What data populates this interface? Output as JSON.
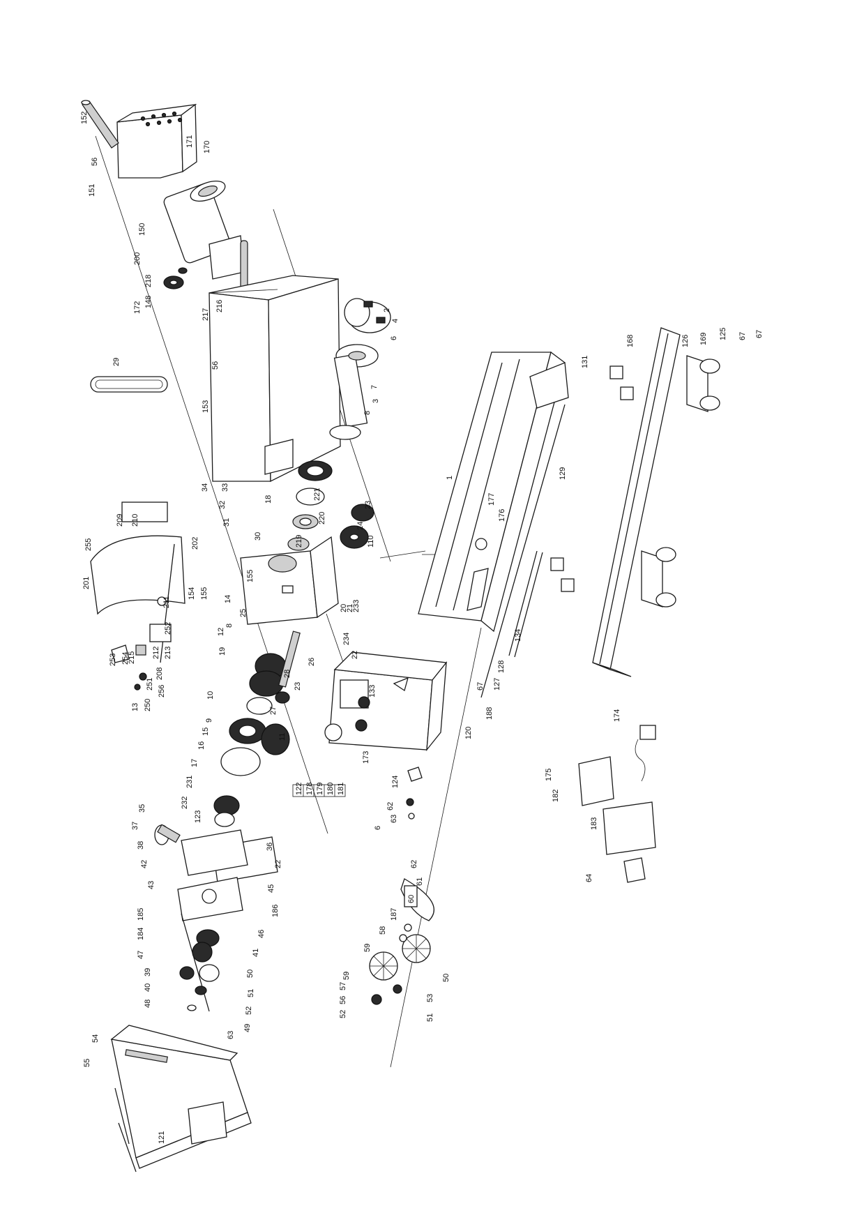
{
  "callouts": [
    {
      "id": "c152",
      "text": "152"
    },
    {
      "id": "c56a",
      "text": "56"
    },
    {
      "id": "c151",
      "text": "151"
    },
    {
      "id": "c171",
      "text": "171"
    },
    {
      "id": "c170",
      "text": "170"
    },
    {
      "id": "c150",
      "text": "150"
    },
    {
      "id": "c200",
      "text": "200"
    },
    {
      "id": "c218",
      "text": "218"
    },
    {
      "id": "c148",
      "text": "148"
    },
    {
      "id": "c172",
      "text": "172"
    },
    {
      "id": "c217",
      "text": "217"
    },
    {
      "id": "c216",
      "text": "216"
    },
    {
      "id": "c56b",
      "text": "56"
    },
    {
      "id": "c29",
      "text": "29"
    },
    {
      "id": "c153",
      "text": "153"
    },
    {
      "id": "c2",
      "text": "2"
    },
    {
      "id": "c4",
      "text": "4"
    },
    {
      "id": "c6a",
      "text": "6"
    },
    {
      "id": "c7",
      "text": "7"
    },
    {
      "id": "c3",
      "text": "3"
    },
    {
      "id": "c8a",
      "text": "8"
    },
    {
      "id": "c1",
      "text": "1"
    },
    {
      "id": "c131",
      "text": "131"
    },
    {
      "id": "c168",
      "text": "168"
    },
    {
      "id": "c126",
      "text": "126"
    },
    {
      "id": "c169",
      "text": "169"
    },
    {
      "id": "c125",
      "text": "125"
    },
    {
      "id": "c67a",
      "text": "67"
    },
    {
      "id": "c67b",
      "text": "67"
    },
    {
      "id": "c129",
      "text": "129"
    },
    {
      "id": "c34",
      "text": "34"
    },
    {
      "id": "c33",
      "text": "33"
    },
    {
      "id": "c32",
      "text": "32"
    },
    {
      "id": "c31",
      "text": "31"
    },
    {
      "id": "c18",
      "text": "18"
    },
    {
      "id": "c30",
      "text": "30"
    },
    {
      "id": "c221",
      "text": "221"
    },
    {
      "id": "c220",
      "text": "220"
    },
    {
      "id": "c219",
      "text": "219"
    },
    {
      "id": "c23a",
      "text": "23"
    },
    {
      "id": "c24",
      "text": "24"
    },
    {
      "id": "c110",
      "text": "110"
    },
    {
      "id": "c177",
      "text": "177"
    },
    {
      "id": "c176",
      "text": "176"
    },
    {
      "id": "c209",
      "text": "209"
    },
    {
      "id": "c210",
      "text": "210"
    },
    {
      "id": "c255",
      "text": "255"
    },
    {
      "id": "c202",
      "text": "202"
    },
    {
      "id": "c201",
      "text": "201"
    },
    {
      "id": "c155a",
      "text": "155"
    },
    {
      "id": "c154",
      "text": "154"
    },
    {
      "id": "c155b",
      "text": "155"
    },
    {
      "id": "c211",
      "text": "211"
    },
    {
      "id": "c252",
      "text": "252"
    },
    {
      "id": "c213",
      "text": "213"
    },
    {
      "id": "c212",
      "text": "212"
    },
    {
      "id": "c208",
      "text": "208"
    },
    {
      "id": "c251",
      "text": "251"
    },
    {
      "id": "c253",
      "text": "253"
    },
    {
      "id": "c254",
      "text": "254"
    },
    {
      "id": "c215",
      "text": "215"
    },
    {
      "id": "c256",
      "text": "256"
    },
    {
      "id": "c250",
      "text": "250"
    },
    {
      "id": "c13",
      "text": "13"
    },
    {
      "id": "c14",
      "text": "14"
    },
    {
      "id": "c25",
      "text": "25"
    },
    {
      "id": "c8b",
      "text": "8"
    },
    {
      "id": "c12",
      "text": "12"
    },
    {
      "id": "c19",
      "text": "19"
    },
    {
      "id": "c20",
      "text": "20"
    },
    {
      "id": "c21",
      "text": "21"
    },
    {
      "id": "c233",
      "text": "233"
    },
    {
      "id": "c234",
      "text": "234"
    },
    {
      "id": "c22a",
      "text": "22"
    },
    {
      "id": "c26",
      "text": "26"
    },
    {
      "id": "c28",
      "text": "28"
    },
    {
      "id": "c23b",
      "text": "23"
    },
    {
      "id": "c27",
      "text": "27"
    },
    {
      "id": "c11",
      "text": "11"
    },
    {
      "id": "c10",
      "text": "10"
    },
    {
      "id": "c9",
      "text": "9"
    },
    {
      "id": "c15",
      "text": "15"
    },
    {
      "id": "c16",
      "text": "16"
    },
    {
      "id": "c17",
      "text": "17"
    },
    {
      "id": "c231",
      "text": "231"
    },
    {
      "id": "c232",
      "text": "232"
    },
    {
      "id": "c123",
      "text": "123"
    },
    {
      "id": "c133",
      "text": "133"
    },
    {
      "id": "c134",
      "text": "134"
    },
    {
      "id": "c128",
      "text": "128"
    },
    {
      "id": "c127",
      "text": "127"
    },
    {
      "id": "c67c",
      "text": "67"
    },
    {
      "id": "c188",
      "text": "188"
    },
    {
      "id": "c120",
      "text": "120"
    },
    {
      "id": "c173",
      "text": "173"
    },
    {
      "id": "c124",
      "text": "124"
    },
    {
      "id": "c174",
      "text": "174"
    },
    {
      "id": "c175",
      "text": "175"
    },
    {
      "id": "c182",
      "text": "182"
    },
    {
      "id": "c183",
      "text": "183"
    },
    {
      "id": "c64",
      "text": "64"
    },
    {
      "id": "c62a",
      "text": "62"
    },
    {
      "id": "c63a",
      "text": "63"
    },
    {
      "id": "c6b",
      "text": "6"
    },
    {
      "id": "c35",
      "text": "35"
    },
    {
      "id": "c37",
      "text": "37"
    },
    {
      "id": "c38",
      "text": "38"
    },
    {
      "id": "c42",
      "text": "42"
    },
    {
      "id": "c36",
      "text": "36"
    },
    {
      "id": "c43",
      "text": "43"
    },
    {
      "id": "c22b",
      "text": "22"
    },
    {
      "id": "c45",
      "text": "45"
    },
    {
      "id": "c186",
      "text": "186"
    },
    {
      "id": "c185",
      "text": "185"
    },
    {
      "id": "c184",
      "text": "184"
    },
    {
      "id": "c47",
      "text": "47"
    },
    {
      "id": "c46",
      "text": "46"
    },
    {
      "id": "c41",
      "text": "41"
    },
    {
      "id": "c39",
      "text": "39"
    },
    {
      "id": "c40",
      "text": "40"
    },
    {
      "id": "c48",
      "text": "48"
    },
    {
      "id": "c50a",
      "text": "50"
    },
    {
      "id": "c51a",
      "text": "51"
    },
    {
      "id": "c52a",
      "text": "52"
    },
    {
      "id": "c49",
      "text": "49"
    },
    {
      "id": "c63b",
      "text": "63"
    },
    {
      "id": "c62b",
      "text": "62"
    },
    {
      "id": "c61",
      "text": "61"
    },
    {
      "id": "c60",
      "text": "60"
    },
    {
      "id": "c187",
      "text": "187"
    },
    {
      "id": "c58",
      "text": "58"
    },
    {
      "id": "c59a",
      "text": "59"
    },
    {
      "id": "c59b",
      "text": "59"
    },
    {
      "id": "c50b",
      "text": "50"
    },
    {
      "id": "c57",
      "text": "57"
    },
    {
      "id": "c56c",
      "text": "56"
    },
    {
      "id": "c52b",
      "text": "52"
    },
    {
      "id": "c51b",
      "text": "51"
    },
    {
      "id": "c53",
      "text": "53"
    },
    {
      "id": "c54",
      "text": "54"
    },
    {
      "id": "c55",
      "text": "55"
    },
    {
      "id": "c121",
      "text": "121"
    }
  ],
  "part_list_box": [
    "122",
    "178",
    "179",
    "180",
    "181"
  ]
}
